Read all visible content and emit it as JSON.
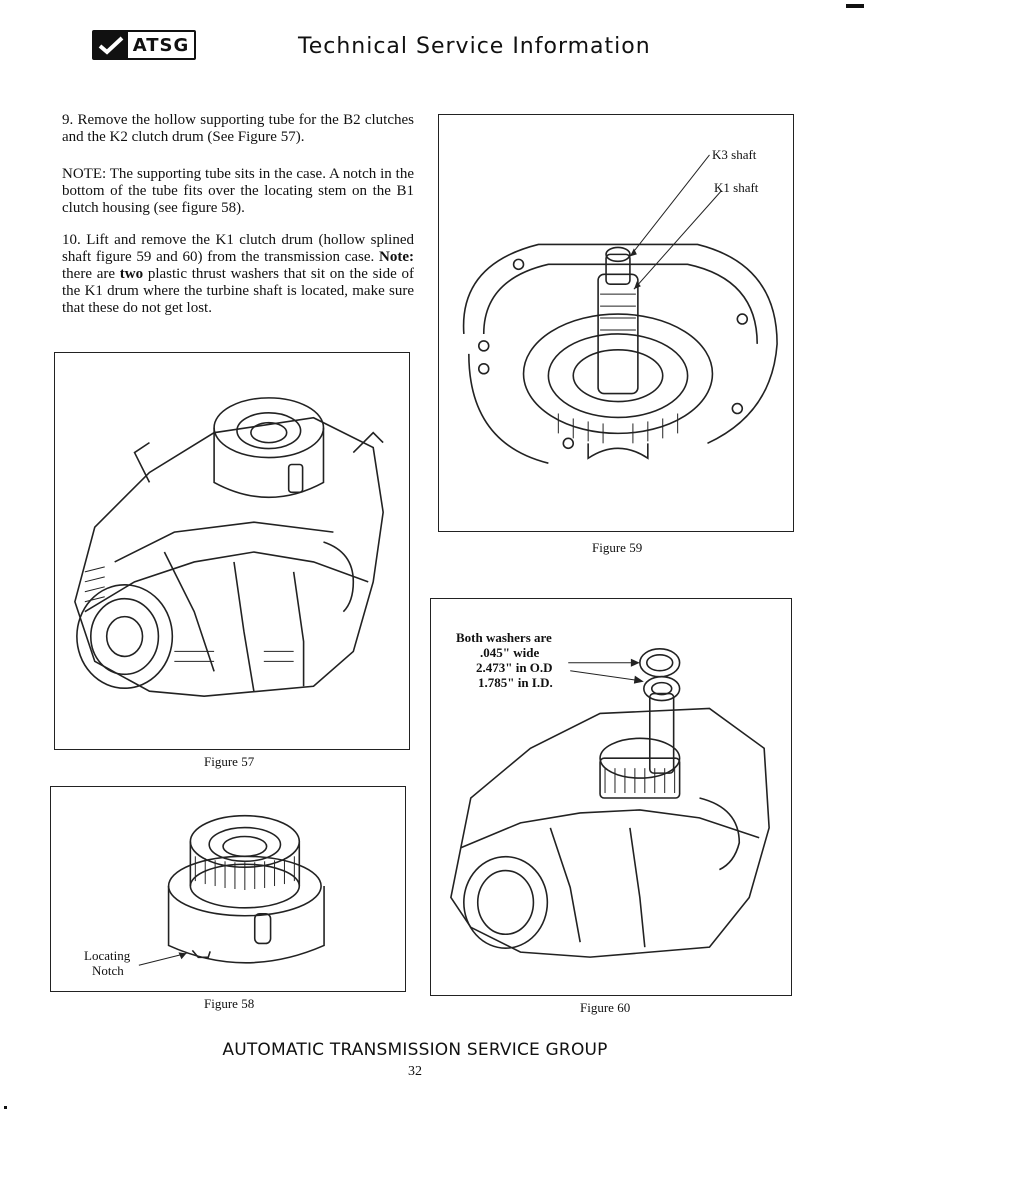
{
  "header": {
    "logo_text": "ATSG",
    "title": "Technical Service Information"
  },
  "body": {
    "step9": "9. Remove the hollow supporting tube for the B2 clutches and the K2 clutch drum (See Figure 57).",
    "note": "NOTE: The supporting tube sits in the case. A notch in the bottom of the tube fits over the locating stem on the B1 clutch housing (see figure 58).",
    "step10_text": "10. Lift and remove the K1 clutch drum (hollow splined shaft figure 59 and 60) from the transmission case.",
    "step10_note_label": "Note:",
    "step10_note_a": " there are ",
    "step10_note_emph": "two",
    "step10_note_b": " plastic thrust washers that sit on the side of the K1 drum where the turbine shaft is located, make sure that these do not get lost."
  },
  "figures": {
    "fig57": {
      "caption": "Figure 57"
    },
    "fig58": {
      "caption": "Figure 58",
      "label_line1": "Locating",
      "label_line2": "Notch"
    },
    "fig59": {
      "caption": "Figure 59",
      "label_k3": "K3 shaft",
      "label_k1": "K1 shaft"
    },
    "fig60": {
      "caption": "Figure 60",
      "spec_line1": "Both washers are",
      "spec_line2": ".045\" wide",
      "spec_line3": "2.473\" in O.D",
      "spec_line4": "1.785\" in I.D."
    }
  },
  "footer": {
    "org": "AUTOMATIC TRANSMISSION SERVICE GROUP",
    "page": "32"
  }
}
